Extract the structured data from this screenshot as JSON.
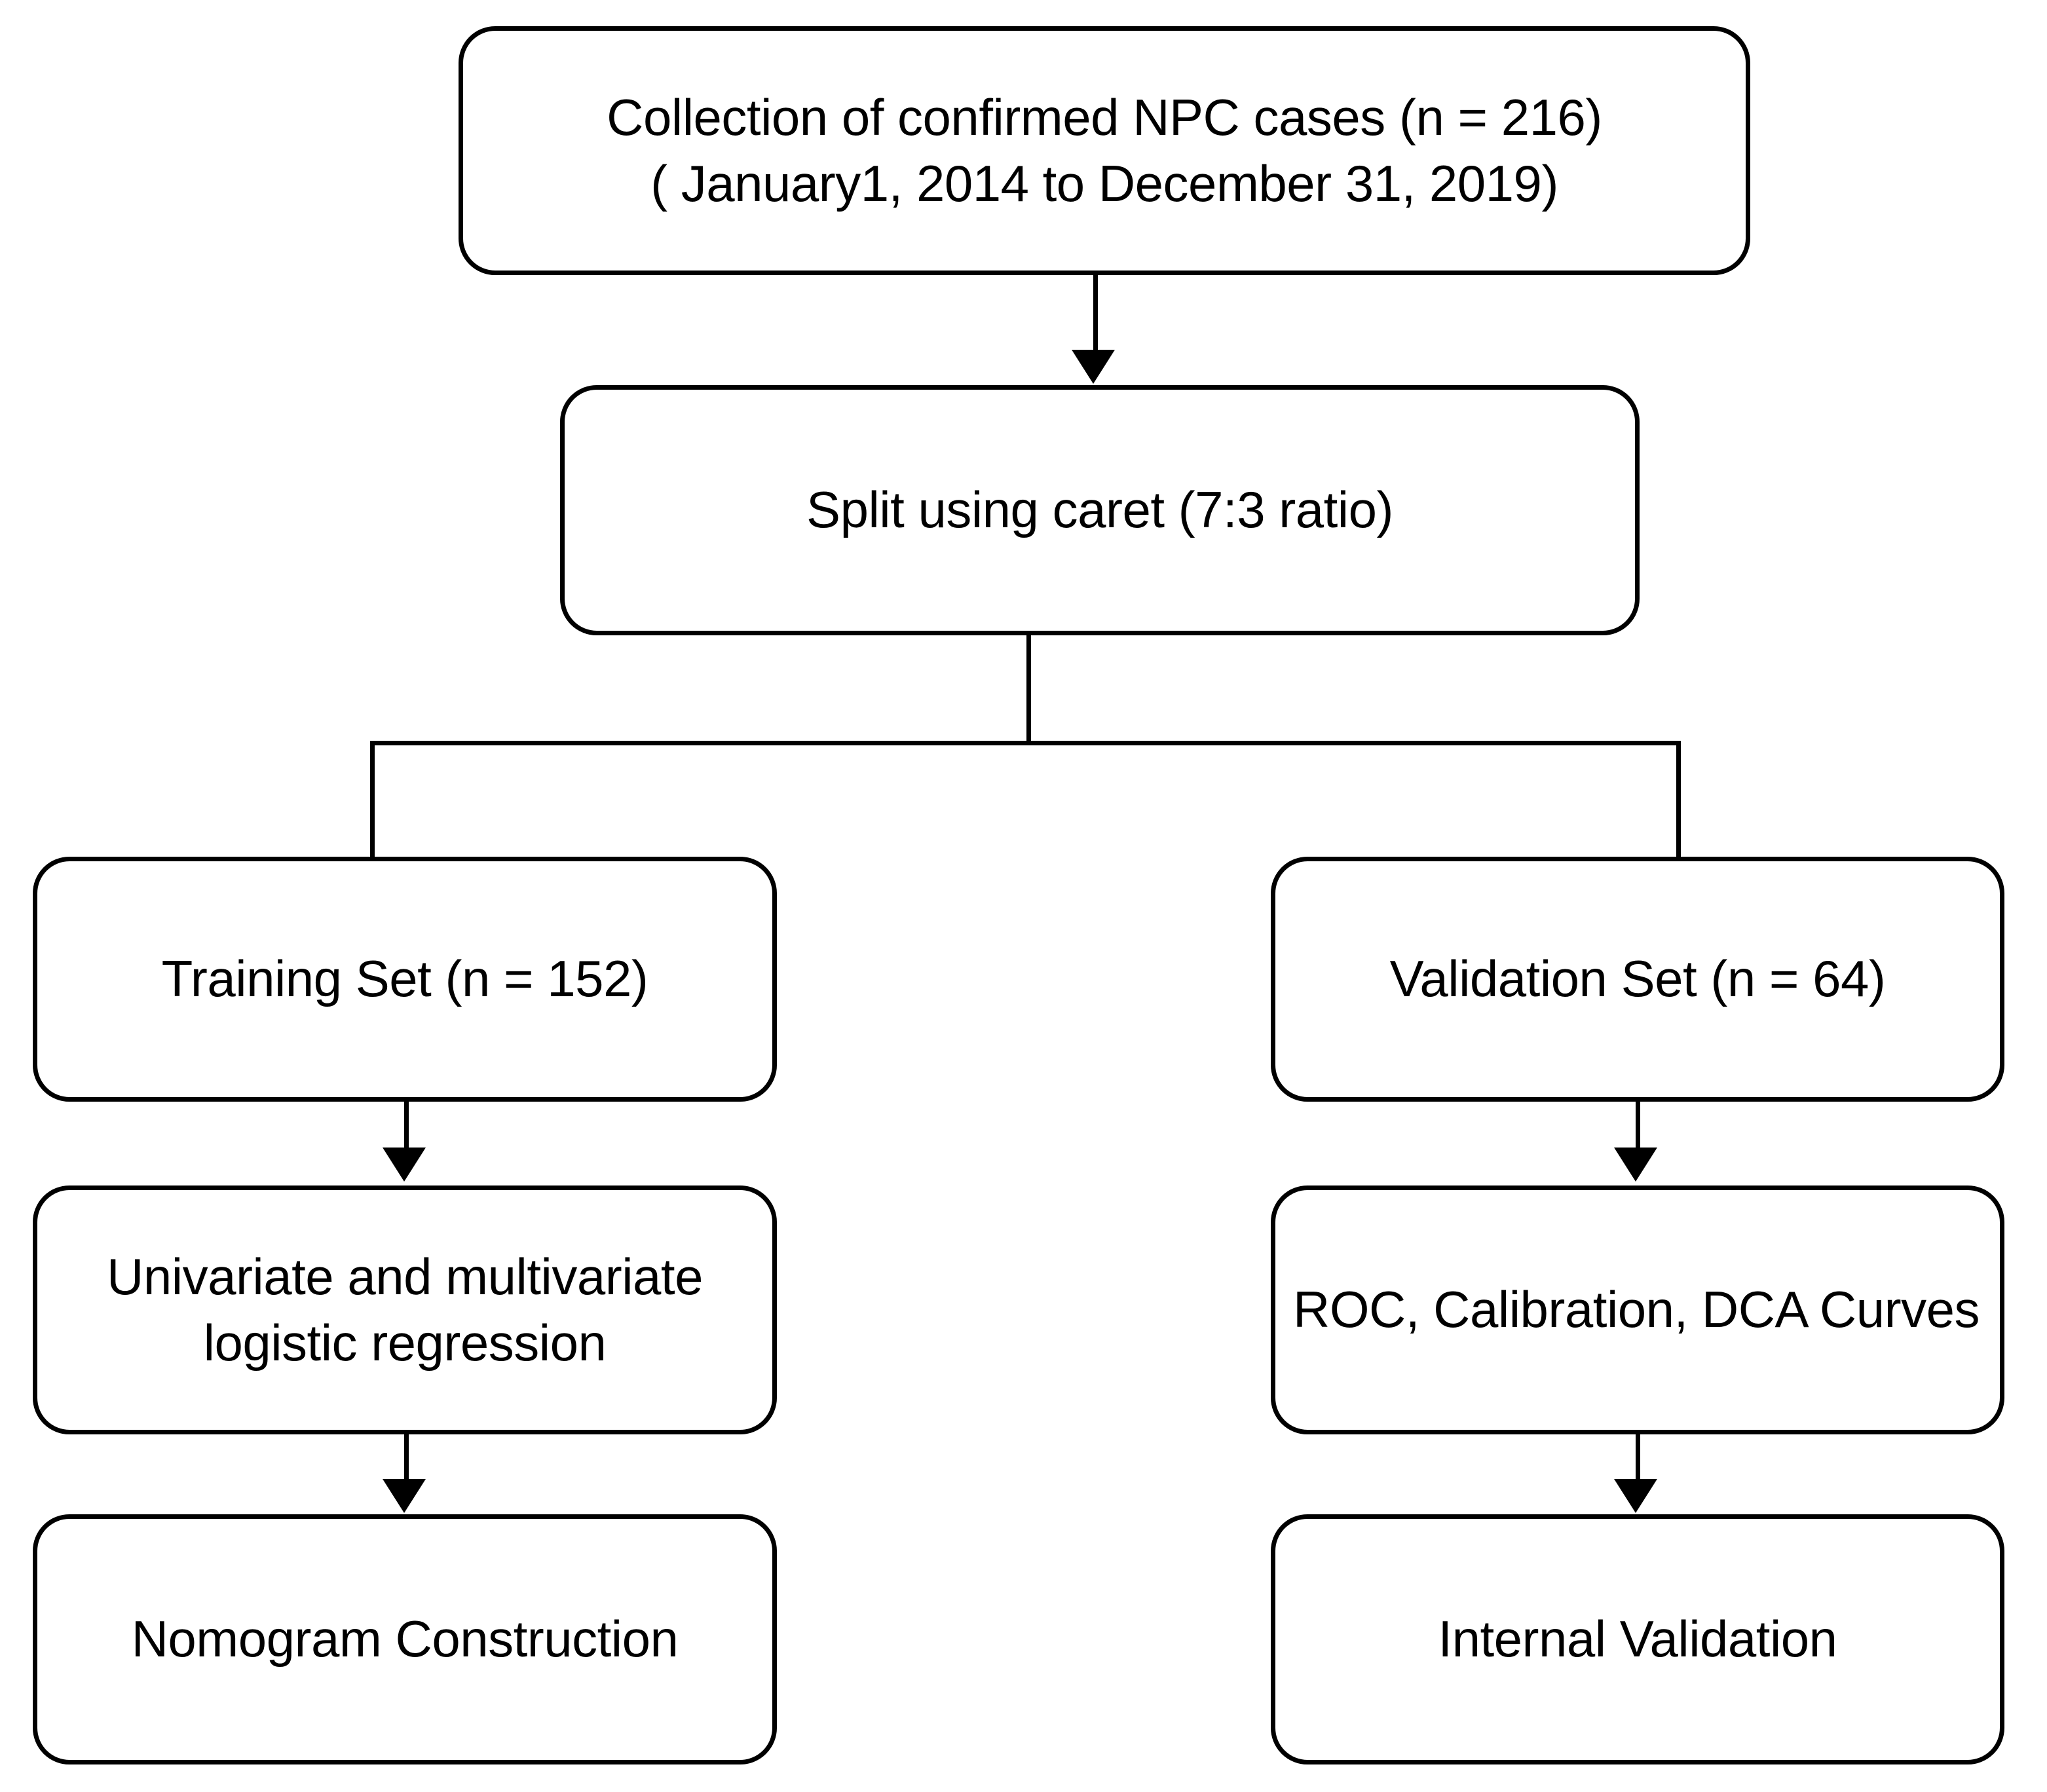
{
  "diagram": {
    "title": "NPC study design flowchart",
    "background_color": "#ffffff",
    "stroke_color": "#000000",
    "text_color": "#000000",
    "nodes": {
      "collection": {
        "label": "Collection of confirmed NPC cases (n = 216)\n( January1, 2014 to December 31, 2019)",
        "line1": "Collection of confirmed NPC cases (n = 216)",
        "line2": "( January1, 2014 to December 31, 2019)",
        "count": 216,
        "date_start": "January1, 2014",
        "date_end": "December 31, 2019"
      },
      "split": {
        "label": "Split using caret (7:3 ratio)",
        "method": "caret",
        "ratio": "7:3"
      },
      "training": {
        "label": "Training Set (n = 152)",
        "count": 152
      },
      "validation": {
        "label": "Validation Set (n = 64)",
        "count": 64
      },
      "regression": {
        "label": "Univariate and multivariate\nlogistic regression",
        "line1": "Univariate and multivariate",
        "line2": "logistic regression"
      },
      "curves": {
        "label": "ROC, Calibration, DCA Curves",
        "items": [
          "ROC",
          "Calibration",
          "DCA Curves"
        ]
      },
      "nomogram": {
        "label": "Nomogram Construction"
      },
      "internal": {
        "label": "Internal Validation"
      }
    },
    "edges": [
      {
        "name": "collection-to-split",
        "from": "collection",
        "to": "split",
        "style": "arrow"
      },
      {
        "name": "split-fork-left",
        "from": "split",
        "to": "training",
        "style": "elbow"
      },
      {
        "name": "split-fork-right",
        "from": "split",
        "to": "validation",
        "style": "elbow"
      },
      {
        "name": "training-to-regression",
        "from": "training",
        "to": "regression",
        "style": "arrow"
      },
      {
        "name": "regression-to-nomogram",
        "from": "regression",
        "to": "nomogram",
        "style": "arrow"
      },
      {
        "name": "validation-to-curves",
        "from": "validation",
        "to": "curves",
        "style": "arrow"
      },
      {
        "name": "curves-to-internal",
        "from": "curves",
        "to": "internal",
        "style": "arrow"
      }
    ]
  }
}
